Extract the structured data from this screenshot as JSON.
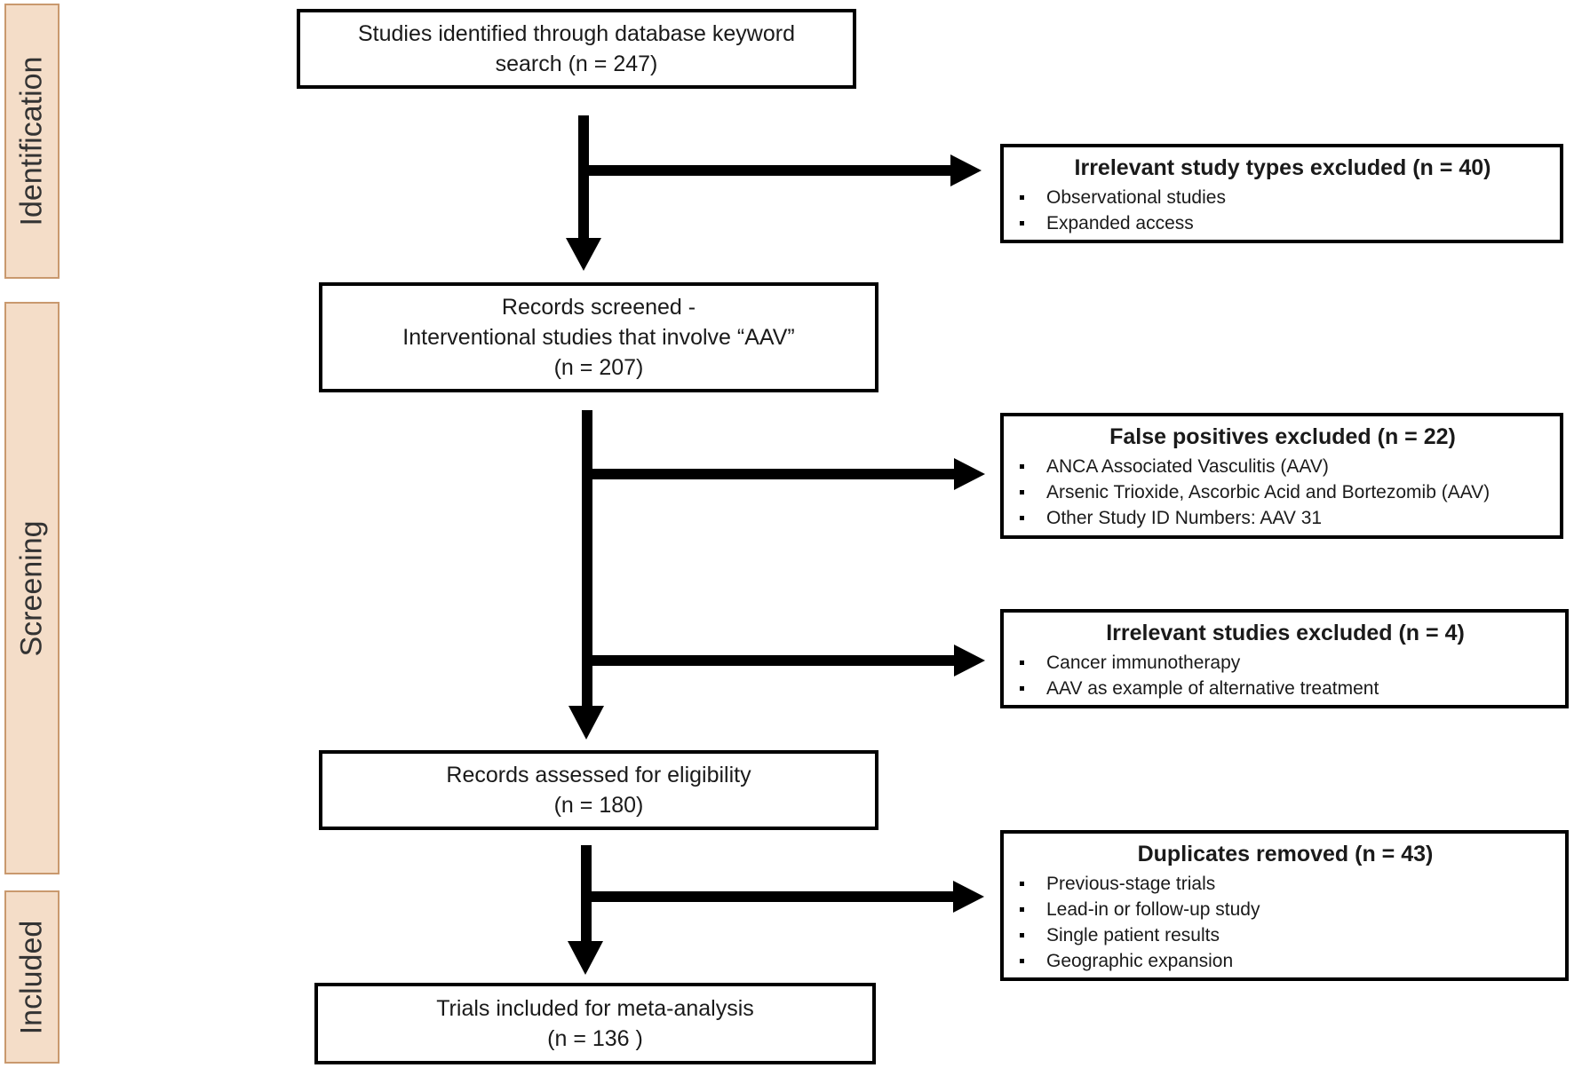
{
  "stages": [
    {
      "id": "identification",
      "label": "Identification"
    },
    {
      "id": "screening",
      "label": "Screening"
    },
    {
      "id": "included",
      "label": "Included"
    }
  ],
  "flow": [
    {
      "id": "identified",
      "lines": [
        "Studies identified through database keyword",
        "search (n = 247)"
      ]
    },
    {
      "id": "screened",
      "lines": [
        "Records screened -",
        "Interventional studies that involve “AAV”",
        "(n = 207)"
      ]
    },
    {
      "id": "eligibility",
      "lines": [
        "Records assessed for eligibility",
        "(n = 180)"
      ]
    },
    {
      "id": "included",
      "lines": [
        "Trials included for meta-analysis",
        "(n = 136 )"
      ]
    }
  ],
  "exclusions": [
    {
      "id": "study-types",
      "title": "Irrelevant study types excluded (n = 40)",
      "items": [
        "Observational studies",
        "Expanded access"
      ]
    },
    {
      "id": "false-positives",
      "title": "False positives excluded (n = 22)",
      "items": [
        "ANCA Associated Vasculitis (AAV)",
        "Arsenic Trioxide, Ascorbic Acid and Bortezomib (AAV)",
        "Other Study ID Numbers: AAV 31"
      ]
    },
    {
      "id": "irrelevant-studies",
      "title": "Irrelevant studies excluded (n = 4)",
      "items": [
        "Cancer immunotherapy",
        "AAV as example of alternative treatment"
      ]
    },
    {
      "id": "duplicates",
      "title": "Duplicates removed (n = 43)",
      "items": [
        "Previous-stage trials",
        "Lead-in or follow-up study",
        "Single patient results",
        "Geographic expansion"
      ]
    }
  ],
  "colors": {
    "stage_fill": "#f4ddc8",
    "stage_border": "#c9996e",
    "line": "#000000"
  }
}
